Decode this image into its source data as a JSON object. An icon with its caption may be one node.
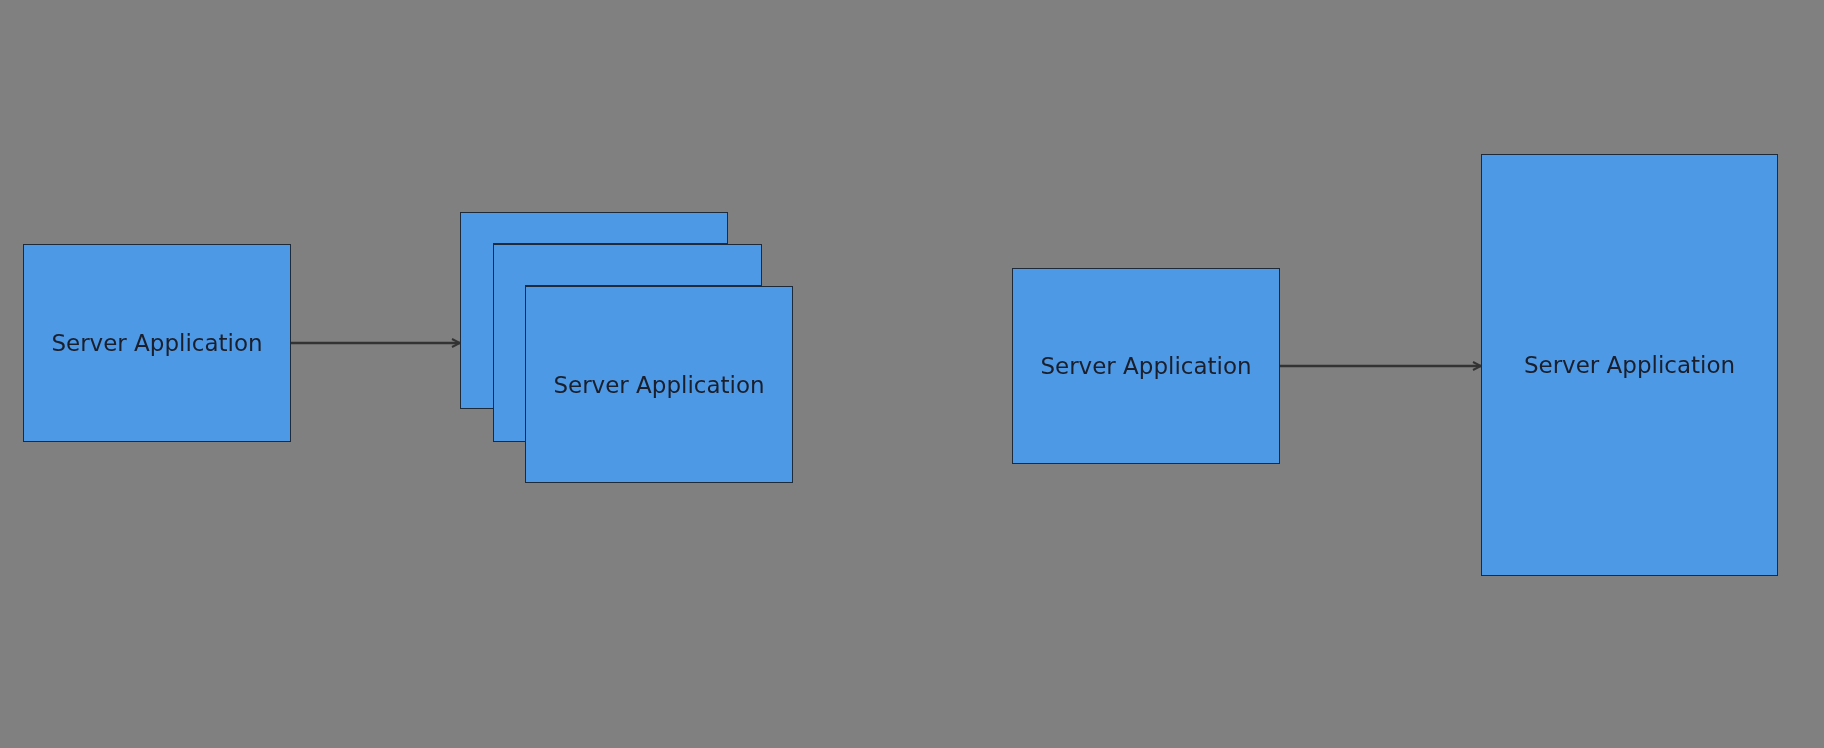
{
  "diagram": {
    "nodes": [
      {
        "text": [
          "Server Application"
        ]
      },
      {
        "text": [],
        "shape": "box"
      },
      {
        "text": [],
        "shape": "box"
      },
      {
        "text": [
          "Server Application"
        ]
      },
      {
        "text": [
          "Server Application"
        ]
      },
      {
        "text": [
          "Server Application"
        ]
      }
    ],
    "edges": [
      {
        "from": 0,
        "to": 1,
        "arrow": "to"
      },
      {
        "from": 4,
        "to": 5,
        "arrow": "to"
      }
    ]
  }
}
